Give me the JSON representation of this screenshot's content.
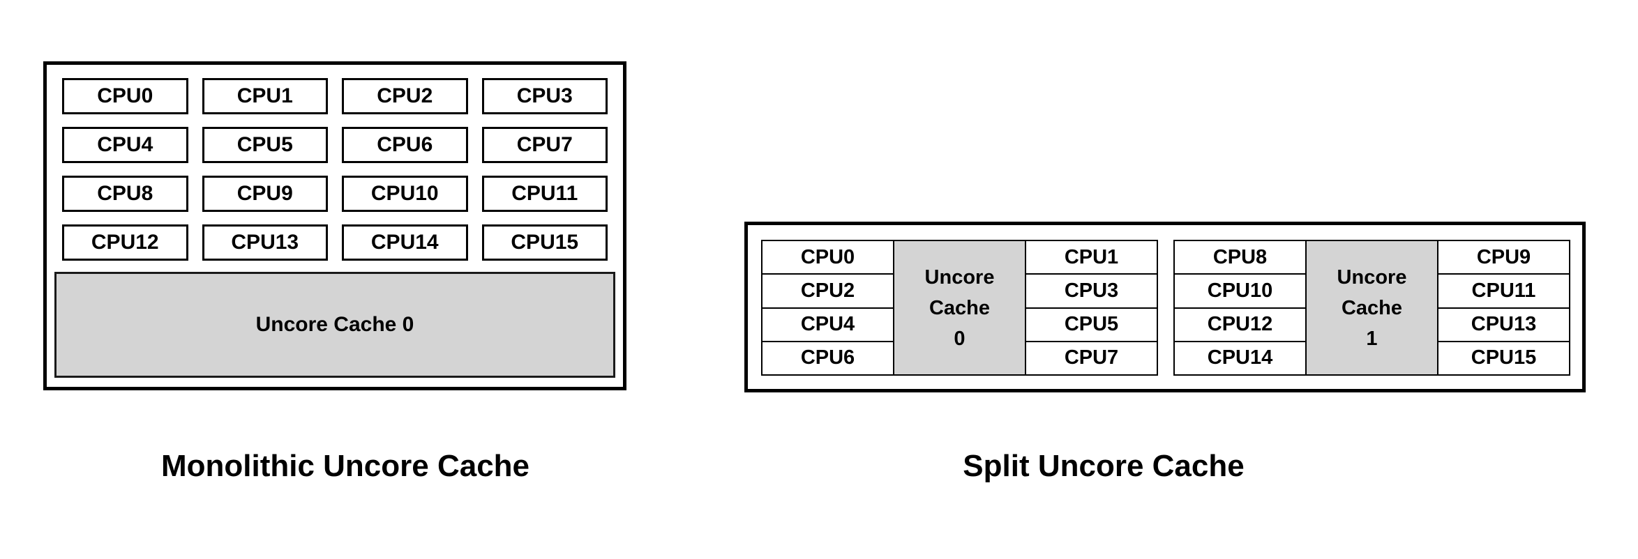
{
  "figure": {
    "colors": {
      "background": "#ffffff",
      "box_border": "#000000",
      "cache_fill": "#d4d4d4",
      "text": "#000000"
    },
    "monolithic": {
      "caption": "Monolithic Uncore Cache",
      "cache_label": "Uncore Cache 0",
      "cpus": [
        "CPU0",
        "CPU1",
        "CPU2",
        "CPU3",
        "CPU4",
        "CPU5",
        "CPU6",
        "CPU7",
        "CPU8",
        "CPU9",
        "CPU10",
        "CPU11",
        "CPU12",
        "CPU13",
        "CPU14",
        "CPU15"
      ]
    },
    "split": {
      "caption": "Split Uncore Cache",
      "clusters": [
        {
          "left_cpus": [
            "CPU0",
            "CPU2",
            "CPU4",
            "CPU6"
          ],
          "cache_lines": [
            "Uncore",
            "Cache",
            "0"
          ],
          "right_cpus": [
            "CPU1",
            "CPU3",
            "CPU5",
            "CPU7"
          ]
        },
        {
          "left_cpus": [
            "CPU8",
            "CPU10",
            "CPU12",
            "CPU14"
          ],
          "cache_lines": [
            "Uncore",
            "Cache",
            "1"
          ],
          "right_cpus": [
            "CPU9",
            "CPU11",
            "CPU13",
            "CPU15"
          ]
        }
      ]
    }
  }
}
